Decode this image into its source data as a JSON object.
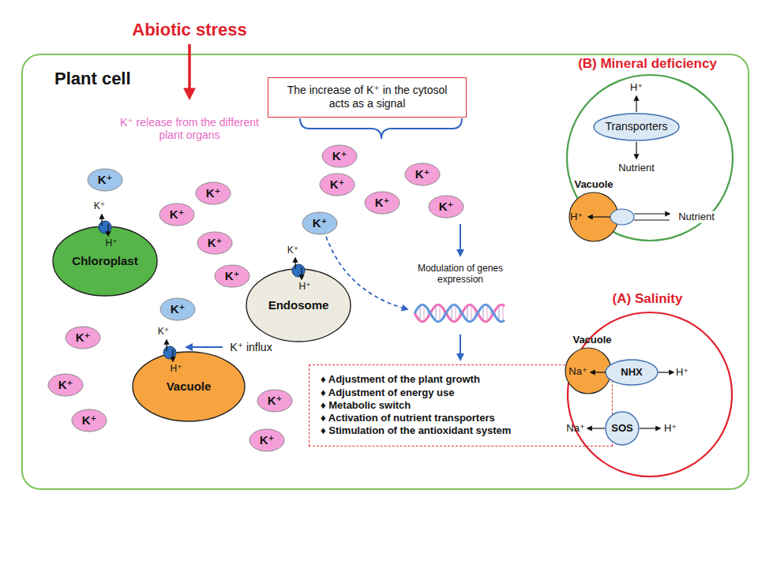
{
  "diagram": {
    "nodes": [
      {
        "text": [
          "Plant cell"
        ]
      },
      {
        "text": [
          "K⁺"
        ],
        "in": 0
      },
      {
        "text": [
          "K⁺"
        ],
        "in": 0
      },
      {
        "text": [
          "K⁺"
        ],
        "in": 0
      },
      {
        "text": [
          "K⁺"
        ],
        "in": 0
      },
      {
        "text": [
          "Chloroplast"
        ],
        "in": 0
      },
      {
        "text": [
          "K⁺"
        ],
        "in": 0
      },
      {
        "text": [
          "K⁺"
        ],
        "in": 0
      },
      {
        "text": [
          "K⁺"
        ],
        "in": 0
      },
      {
        "text": [
          "Vacuole"
        ],
        "in": 0
      },
      {
        "text": [
          "K⁺"
        ],
        "in": 0
      },
      {
        "text": [
          "K⁺"
        ],
        "in": 0
      },
      {
        "text": [
          "K⁺"
        ],
        "in": 0
      },
      {
        "text": [
          "K⁺"
        ],
        "in": 0
      },
      {
        "text": [
          "The increase of K⁺ in the cytosol acts as a signal"
        ],
        "in": 0
      },
      {
        "text": [
          "K⁺"
        ],
        "in": 0
      },
      {
        "text": [
          "K⁺"
        ],
        "in": 0
      },
      {
        "text": [
          "K⁺"
        ],
        "in": 0
      },
      {
        "text": [
          "K⁺"
        ],
        "in": 0
      },
      {
        "text": [
          "K⁺"
        ],
        "in": 0
      },
      {
        "text": [
          "K⁺"
        ],
        "in": 0
      },
      {
        "text": [
          "Endosome"
        ],
        "in": 0
      },
      {
        "text": [
          "♦ Adjustment of the plant growth",
          "♦ Adjustment of energy use",
          "♦ Metabolic switch",
          "♦ Activation of nutrient transporters",
          "♦ Stimulation of the antioxidant system"
        ],
        "in": 0
      },
      {
        "text": [
          "(B) Mineral deficiency"
        ],
        "in": 0
      },
      {
        "text": [
          "Transporters"
        ],
        "in": 23
      },
      {
        "text": [
          "Vacuole"
        ],
        "in": 23
      },
      {
        "text": [
          "(A) Salinity"
        ],
        "in": 0
      },
      {
        "text": [
          "Vacuole"
        ],
        "in": 26
      },
      {
        "text": [
          "NHX"
        ],
        "in": 26
      },
      {
        "text": [
          "SOS"
        ],
        "in": 26
      }
    ],
    "labels": [
      "Abiotic stress",
      "K⁺ release from the different plant organs",
      "K⁺",
      "H⁺",
      "K⁺",
      "H⁺",
      "K⁺",
      "H⁺",
      "K⁺ influx",
      "Modulation of genes expression",
      "H⁺",
      "Nutrient",
      "H⁺",
      "Nutrient",
      "Na⁺",
      "H⁺",
      "Na⁺",
      "H⁺"
    ]
  }
}
